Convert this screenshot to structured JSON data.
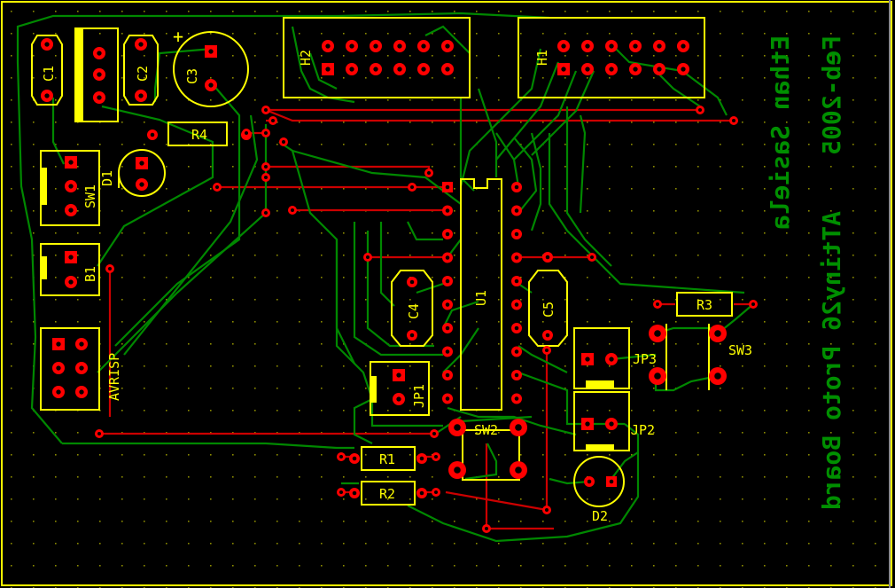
{
  "title_line1": "Feb-2005",
  "title_line2": "Ethan Sasiela",
  "title_line3": "ATtiny26 Proto Board",
  "colors": {
    "background": "#000000",
    "silkscreen": "#ffff00",
    "trace_top": "#008800",
    "trace_bottom": "#cc0000",
    "pad": "#ff0000",
    "frame": "#ffff00",
    "grid": "#8a8a00",
    "text_green": "#008f00"
  },
  "components": {
    "C1": "C1",
    "C2": "C2",
    "C3": "C3",
    "C3_polarity": "+",
    "C4": "C4",
    "C5": "C5",
    "R1": "R1",
    "R2": "R2",
    "R3": "R3",
    "R4": "R4",
    "D1": "D1",
    "D2": "D2",
    "SW1": "SW1",
    "SW2": "SW2",
    "SW3": "SW3",
    "B1": "B1",
    "AVRISP": "AVRISP",
    "H1": "H1",
    "H2": "H2",
    "JP1": "JP1",
    "JP2": "JP2",
    "JP3": "JP3",
    "U1": "U1"
  }
}
